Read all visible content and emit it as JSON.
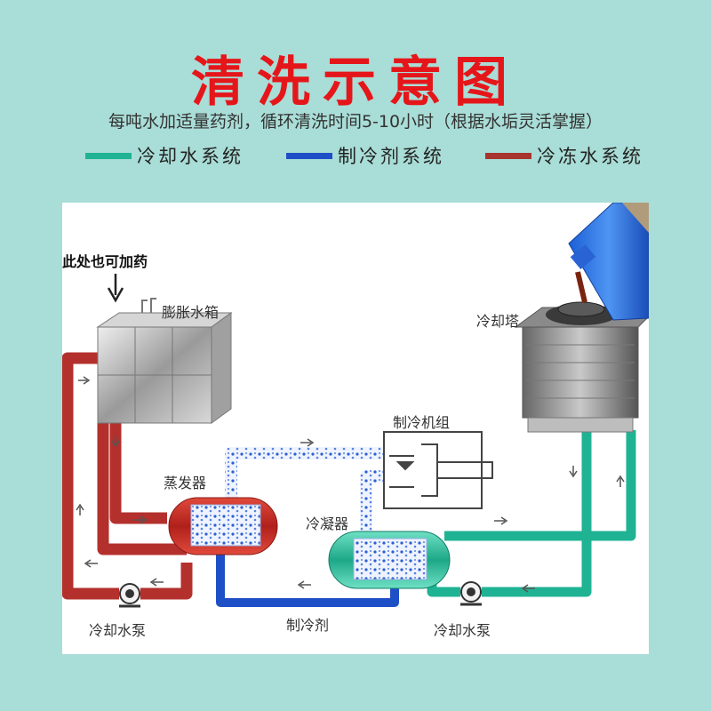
{
  "title": "清洗示意图",
  "subtitle": "每吨水加适量药剂，循环清洗时间5-10小时（根据水垢灵活掌握）",
  "legend": [
    {
      "label": "冷却水系统",
      "color": "#1fb394"
    },
    {
      "label": "制冷剂系统",
      "color": "#1f4fc7"
    },
    {
      "label": "冷冻水系统",
      "color": "#a8342f"
    }
  ],
  "labels": {
    "add_here": "此处也可加药",
    "expansion_tank": "膨胀水箱",
    "cooling_tower": "冷却塔",
    "chiller_unit": "制冷机组",
    "evaporator": "蒸发器",
    "condenser": "冷凝器",
    "pump_left": "冷却水泵",
    "refrigerant": "制冷剂",
    "pump_right": "冷却水泵"
  },
  "colors": {
    "cooling_water": "#1fb394",
    "refrigerant": "#1f4fc7",
    "chilled_water": "#b3302c",
    "background": "#a9ddd7",
    "title": "#e5161a"
  }
}
